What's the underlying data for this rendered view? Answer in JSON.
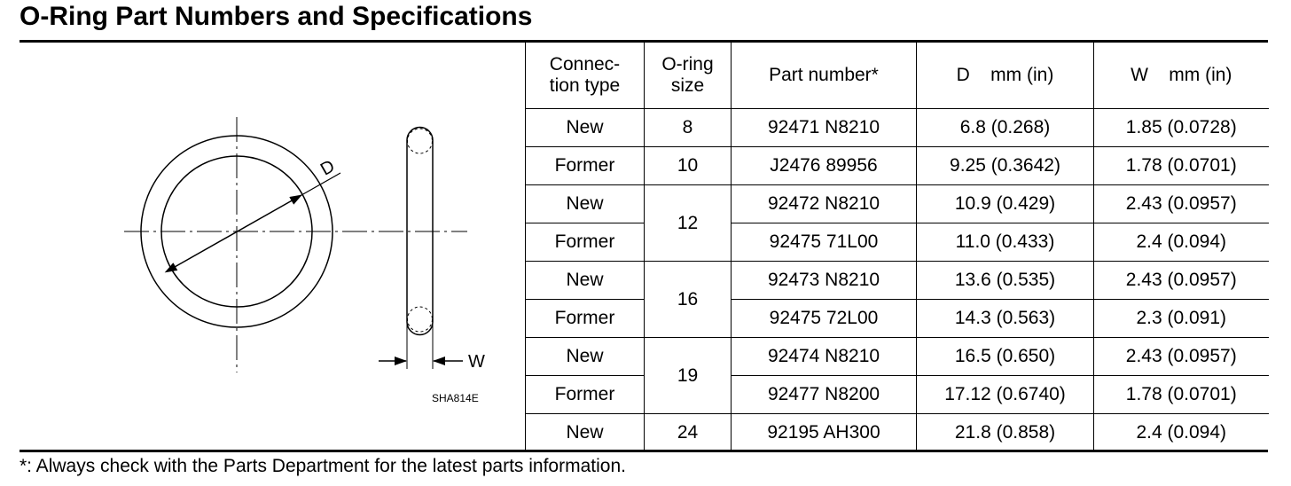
{
  "title": "O-Ring Part Numbers and Specifications",
  "footnote": "*: Always check with the Parts Department for the latest parts information.",
  "figure": {
    "label_d": "D",
    "label_w": "W",
    "code": "SHA814E"
  },
  "table": {
    "headers": {
      "connection_type": [
        "Connec-",
        "tion type"
      ],
      "oring_size": [
        "O-ring",
        "size"
      ],
      "part_number": "Part number*",
      "d": "D    mm (in)",
      "w": "W    mm (in)"
    },
    "rows": [
      {
        "type": "New",
        "size": "8",
        "part": "92471 N8210",
        "d": "6.8 (0.268)",
        "w": "1.85 (0.0728)"
      },
      {
        "type": "Former",
        "size": "10",
        "part": "J2476 89956",
        "d": "9.25 (0.3642)",
        "w": "1.78 (0.0701)"
      },
      {
        "type": "New",
        "size": "12",
        "part": "92472 N8210",
        "d": "10.9 (0.429)",
        "w": "2.43 (0.0957)"
      },
      {
        "type": "Former",
        "size": "",
        "part": "92475 71L00",
        "d": "11.0 (0.433)",
        "w": "2.4 (0.094)"
      },
      {
        "type": "New",
        "size": "16",
        "part": "92473 N8210",
        "d": "13.6 (0.535)",
        "w": "2.43 (0.0957)"
      },
      {
        "type": "Former",
        "size": "",
        "part": "92475 72L00",
        "d": "14.3 (0.563)",
        "w": "2.3 (0.091)"
      },
      {
        "type": "New",
        "size": "19",
        "part": "92474 N8210",
        "d": "16.5 (0.650)",
        "w": "2.43 (0.0957)"
      },
      {
        "type": "Former",
        "size": "",
        "part": "92477 N8200",
        "d": "17.12 (0.6740)",
        "w": "1.78 (0.0701)"
      },
      {
        "type": "New",
        "size": "24",
        "part": "92195 AH300",
        "d": "21.8 (0.858)",
        "w": "2.4 (0.094)"
      }
    ]
  }
}
